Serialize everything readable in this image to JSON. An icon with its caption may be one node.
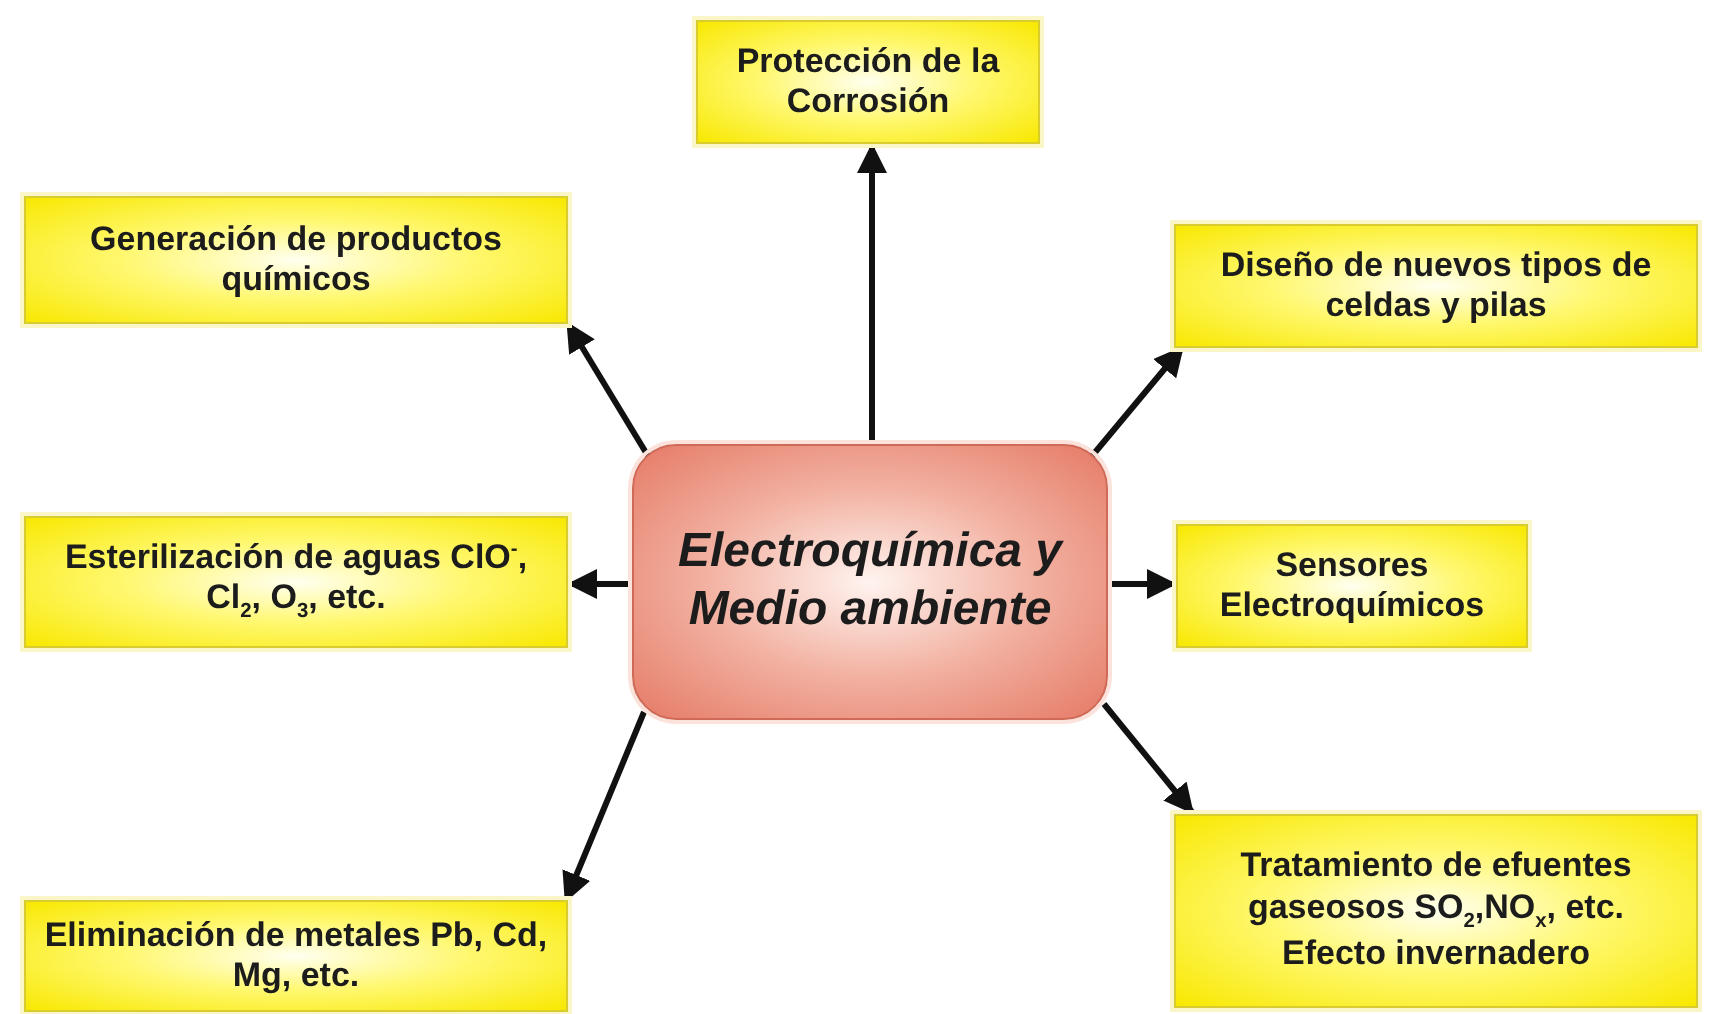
{
  "diagram": {
    "nodes": [
      {
        "text": [
          "Electroquímica y Medio ambiente"
        ]
      },
      {
        "text": [
          "Protección de la Corrosión"
        ]
      },
      {
        "text": [
          "Generación de productos químicos"
        ]
      },
      {
        "text": [
          "Diseño de nuevos tipos de celdas y pilas"
        ]
      },
      {
        "text": [
          "Esterilización de aguas ClO$^{-}$, Cl$_{2}$, O$_{3}$, etc."
        ]
      },
      {
        "text": [
          "Sensores Electroquímicos"
        ]
      },
      {
        "text": [
          "Eliminación de metales Pb, Cd, Mg, etc."
        ]
      },
      {
        "text": [
          "Tratamiento de efuentes gaseosos SO$_{2}$,NO$_{x}$, etc. Efecto invernadero"
        ]
      }
    ],
    "edges": [
      {
        "from": 0,
        "to": 1,
        "arrow": "to"
      },
      {
        "from": 0,
        "to": 2,
        "arrow": "to"
      },
      {
        "from": 0,
        "to": 3,
        "arrow": "to"
      },
      {
        "from": 0,
        "to": 4,
        "arrow": "to"
      },
      {
        "from": 0,
        "to": 5,
        "arrow": "to"
      },
      {
        "from": 0,
        "to": 6,
        "arrow": "to"
      },
      {
        "from": 0,
        "to": 7,
        "arrow": "to"
      }
    ]
  }
}
